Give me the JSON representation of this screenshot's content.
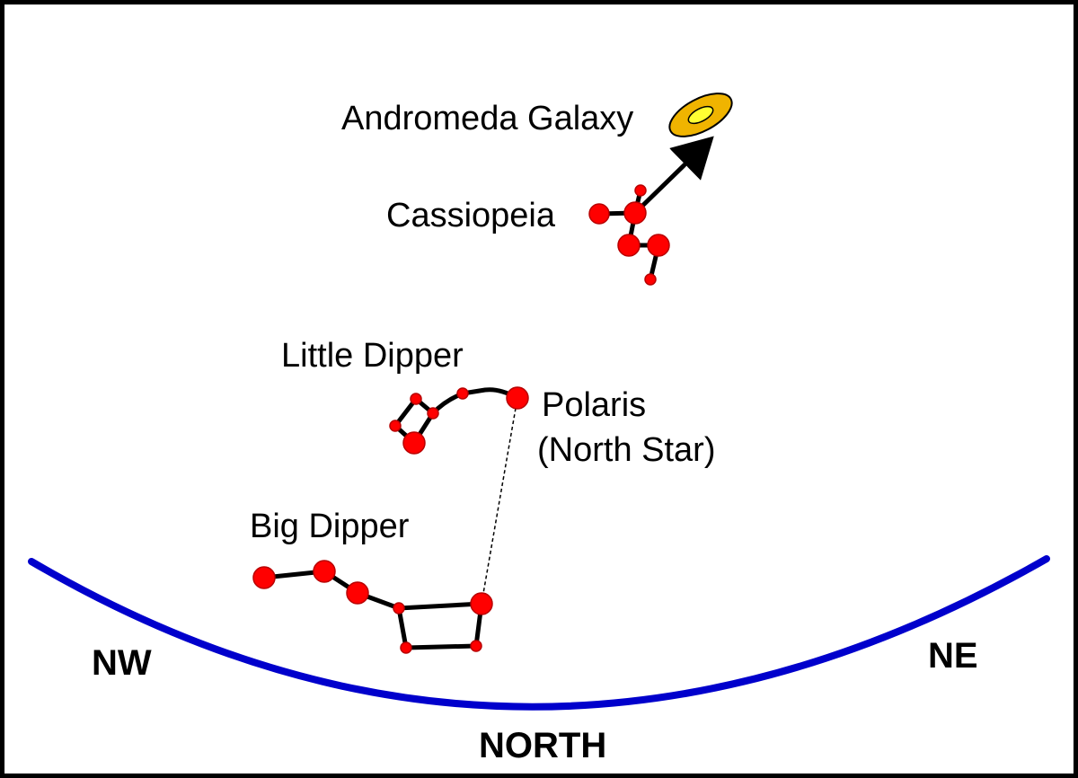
{
  "labels": {
    "andromeda": "Andromeda Galaxy",
    "cassiopeia": "Cassiopeia",
    "little_dipper": "Little Dipper",
    "polaris_line1": "Polaris",
    "polaris_line2": "(North Star)",
    "big_dipper": "Big Dipper"
  },
  "directions": {
    "nw": "NW",
    "ne": "NE",
    "north": "NORTH"
  },
  "colors": {
    "star": "#ff0000",
    "horizon": "#0000cc",
    "galaxy_outer": "#f0b400",
    "galaxy_inner": "#ffff33",
    "lines": "#000000"
  }
}
